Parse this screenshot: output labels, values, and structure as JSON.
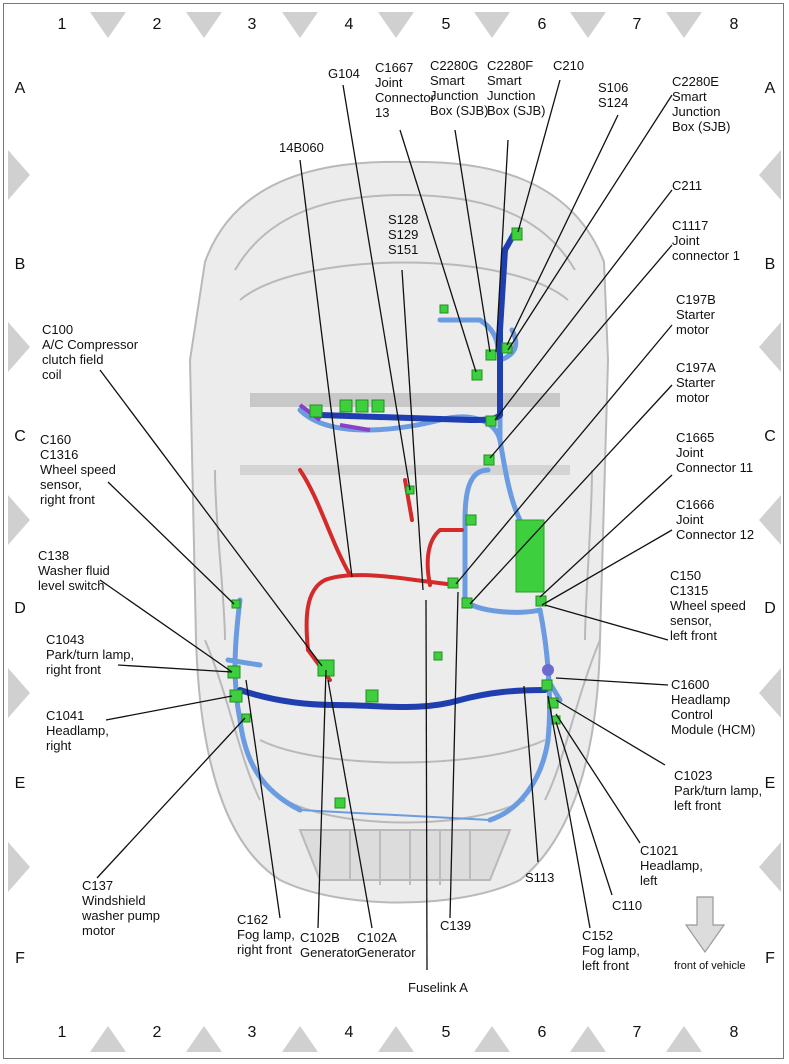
{
  "grid": {
    "columns": [
      "1",
      "2",
      "3",
      "4",
      "5",
      "6",
      "7",
      "8"
    ],
    "rows": [
      "A",
      "B",
      "C",
      "D",
      "E",
      "F"
    ]
  },
  "labels": {
    "g104": "G104",
    "c1667": [
      "C1667",
      "Joint",
      "Connector",
      "13"
    ],
    "c2280g": [
      "C2280G",
      "Smart",
      "Junction",
      "Box (SJB)"
    ],
    "c2280f": [
      "C2280F",
      "Smart",
      "Junction",
      "Box (SJB)"
    ],
    "c210": "C210",
    "s106": [
      "S106",
      "S124"
    ],
    "c2280e": [
      "C2280E",
      "Smart",
      "Junction",
      "Box (SJB)"
    ],
    "w14b060": "14B060",
    "s128": [
      "S128",
      "S129",
      "S151"
    ],
    "c211": "C211",
    "c1117": [
      "C1117",
      "Joint",
      "connector 1"
    ],
    "c100": [
      "C100",
      "A/C Compressor",
      "clutch field",
      "coil"
    ],
    "c197b": [
      "C197B",
      "Starter",
      "motor"
    ],
    "c197a": [
      "C197A",
      "Starter",
      "motor"
    ],
    "c160": [
      "C160",
      "C1316",
      "Wheel speed",
      "sensor,",
      "right front"
    ],
    "c1665": [
      "C1665",
      "Joint",
      "Connector 11"
    ],
    "c1666": [
      "C1666",
      "Joint",
      "Connector 12"
    ],
    "c138": [
      "C138",
      "Washer fluid",
      "level switch"
    ],
    "c150": [
      "C150",
      "C1315",
      "Wheel speed",
      "sensor,",
      "left front"
    ],
    "c1043": [
      "C1043",
      "Park/turn lamp,",
      "right front"
    ],
    "c1041": [
      "C1041",
      "Headlamp,",
      "right"
    ],
    "c1600": [
      "C1600",
      "Headlamp",
      "Control",
      "Module (HCM)"
    ],
    "c1023": [
      "C1023",
      "Park/turn lamp,",
      "left front"
    ],
    "c137": [
      "C137",
      "Windshield",
      "washer pump",
      "motor"
    ],
    "c1021": [
      "C1021",
      "Headlamp,",
      "left"
    ],
    "s113": "S113",
    "c110": "C110",
    "c162": [
      "C162",
      "Fog lamp,",
      "right front"
    ],
    "c102b": [
      "C102B",
      "Generator"
    ],
    "c102a": [
      "C102A",
      "Generator"
    ],
    "c139": "C139",
    "c152": [
      "C152",
      "Fog lamp,",
      "left front"
    ],
    "fuselink": "Fuselink A",
    "front": "front of vehicle"
  },
  "colors": {
    "harness_dark": "#1f3fb0",
    "harness_light": "#6b9be0",
    "harness_red": "#d42a2a",
    "connector": "#3ecf3e",
    "harness_purple": "#8a3fc4",
    "grid_triangle": "#d0d0d0"
  }
}
